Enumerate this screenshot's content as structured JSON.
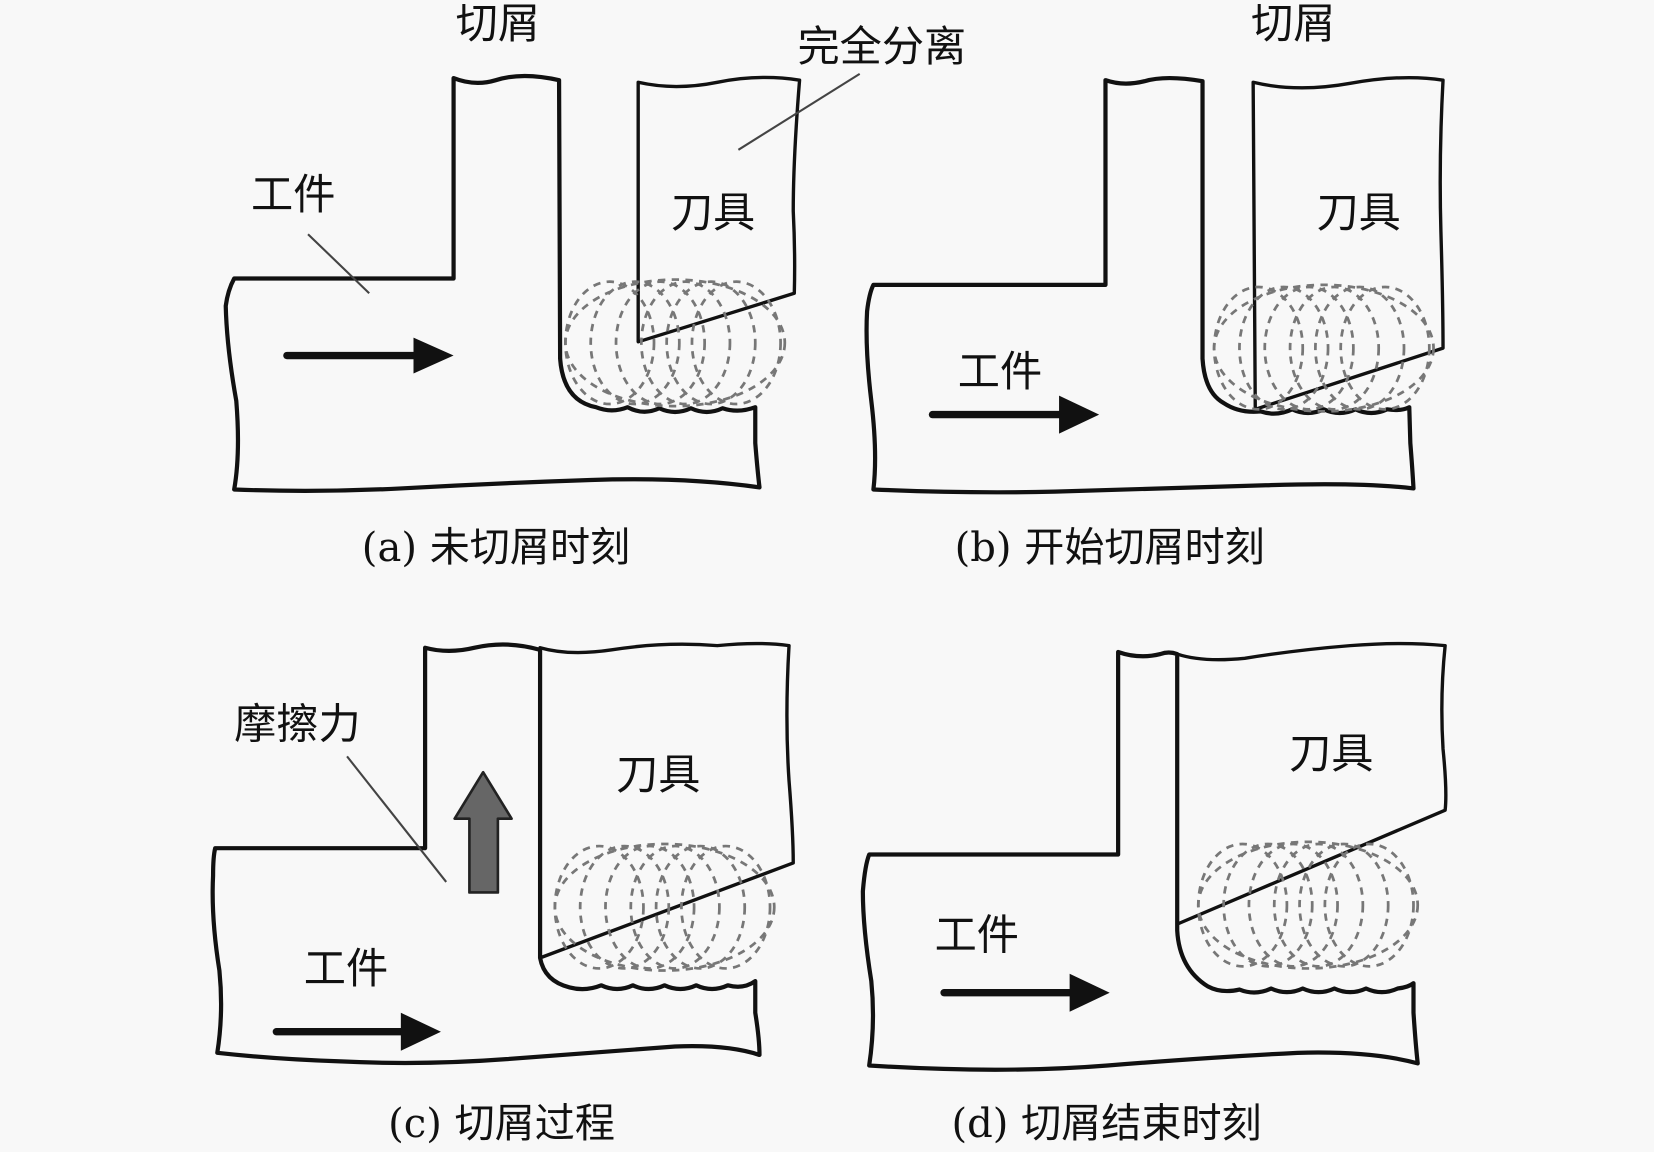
{
  "figure": {
    "panels": [
      {
        "id": "a",
        "caption": "(a) 未切屑时刻",
        "labels": {
          "chip": "切屑",
          "separation": "完全分离",
          "workpiece": "工件",
          "tool": "刀具"
        }
      },
      {
        "id": "b",
        "caption": "(b) 开始切屑时刻",
        "labels": {
          "chip": "切屑",
          "workpiece": "工件",
          "tool": "刀具"
        }
      },
      {
        "id": "c",
        "caption": "(c) 切屑过程",
        "labels": {
          "friction": "摩擦力",
          "workpiece": "工件",
          "tool": "刀具"
        }
      },
      {
        "id": "d",
        "caption": "(d) 切屑结束时刻",
        "labels": {
          "workpiece": "工件",
          "tool": "刀具"
        }
      }
    ],
    "colors": {
      "background": "#f8f8f8",
      "outline": "#111111",
      "vortex": "#777777",
      "friction_arrow": "#666666"
    }
  }
}
